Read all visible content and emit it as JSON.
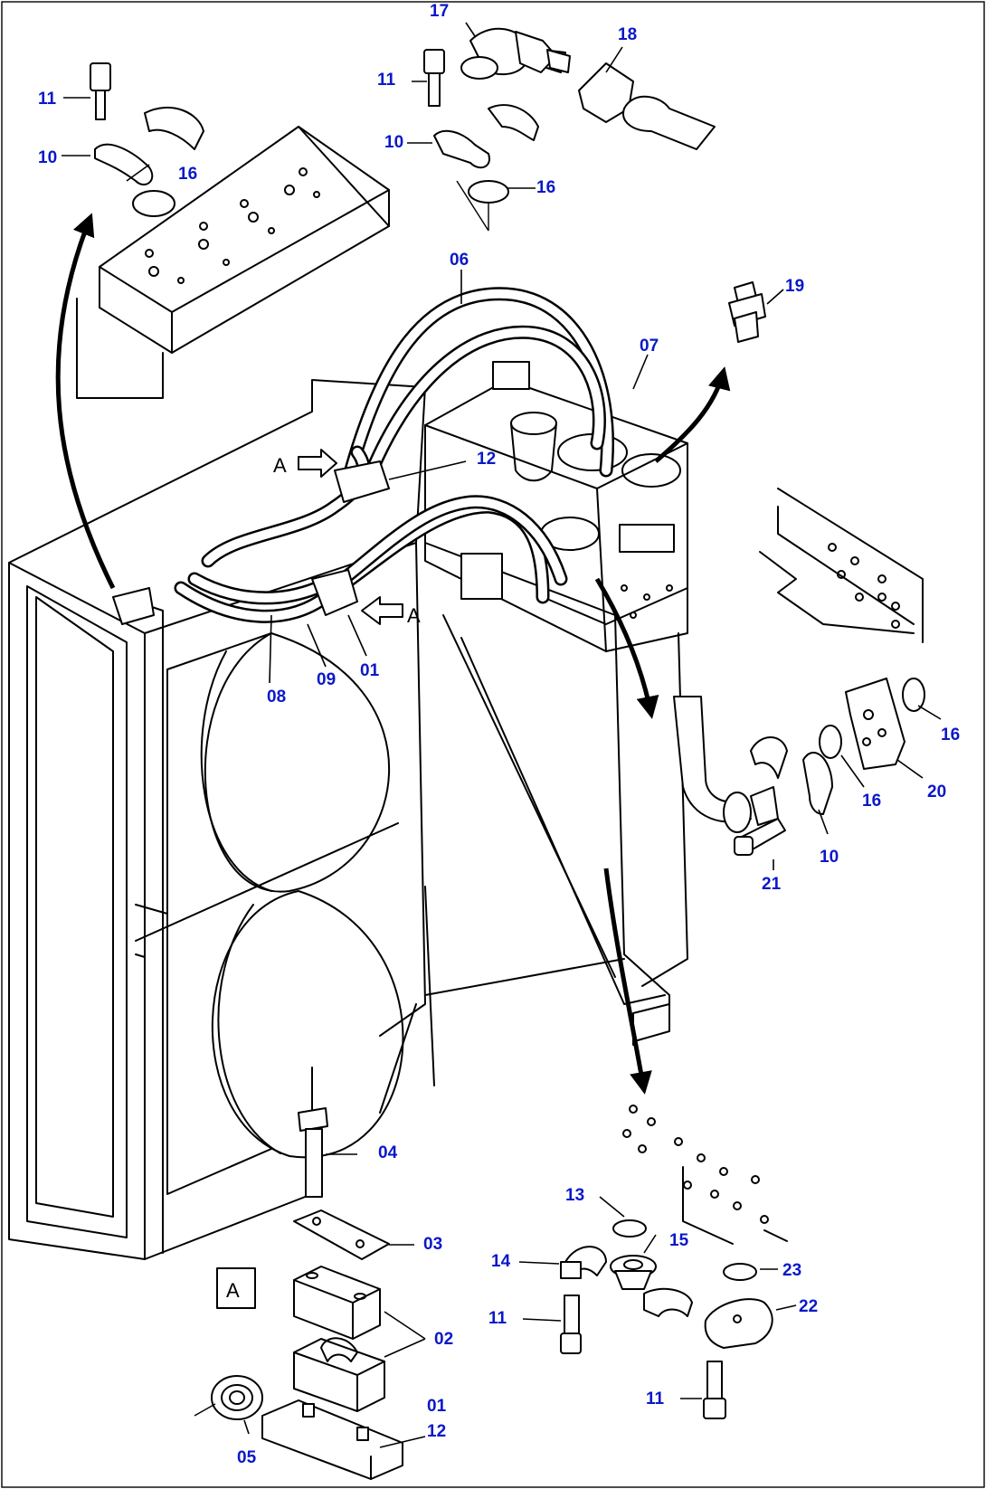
{
  "callouts": {
    "c01a": "01",
    "c01b": "01",
    "c02": "02",
    "c03": "03",
    "c04": "04",
    "c05": "05",
    "c06": "06",
    "c07": "07",
    "c08": "08",
    "c09": "09",
    "c10a": "10",
    "c10b": "10",
    "c10c": "10",
    "c11a": "11",
    "c11b": "11",
    "c11c": "11",
    "c11d": "11",
    "c12a": "12",
    "c12b": "12",
    "c13": "13",
    "c14": "14",
    "c15": "15",
    "c16a": "16",
    "c16b": "16",
    "c16c": "16",
    "c16d": "16",
    "c17": "17",
    "c18": "18",
    "c19": "19",
    "c20": "20",
    "c21": "21",
    "c22": "22",
    "c23": "23"
  },
  "view_marks": {
    "a1": "A",
    "a2": "A",
    "detail": "A"
  },
  "colors": {
    "callout": "#0a18c8",
    "line": "#000000",
    "background": "#ffffff"
  }
}
